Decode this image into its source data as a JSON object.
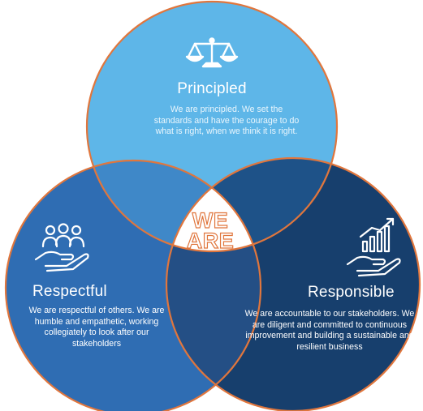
{
  "center": {
    "line1": "WE",
    "line2": "ARE"
  },
  "circles": {
    "principled": {
      "title": "Principled",
      "icon": "scales-icon",
      "body": "We are principled. We set the standards and have the courage to do what is right, when we think it is right.",
      "fill": "#5eb6e8"
    },
    "respectful": {
      "title": "Respectful",
      "icon": "people-in-hand-icon",
      "body": "We are respectful of others. We are humble and empathetic, working collegiately to look after our stakeholders",
      "fill": "#2f6db3"
    },
    "responsible": {
      "title": "Responsible",
      "icon": "growth-chart-in-hand-icon",
      "body": "We are accountable to our stakeholders. We are diligent and committed to continuous improvement and building a sustainable and resilient business",
      "fill": "#173f6d"
    }
  },
  "colors": {
    "outline": "#e0763d",
    "overlap_top_left": "#3f88c8",
    "overlap_top_right": "#1e5288",
    "overlap_bottom": "#244f85"
  }
}
